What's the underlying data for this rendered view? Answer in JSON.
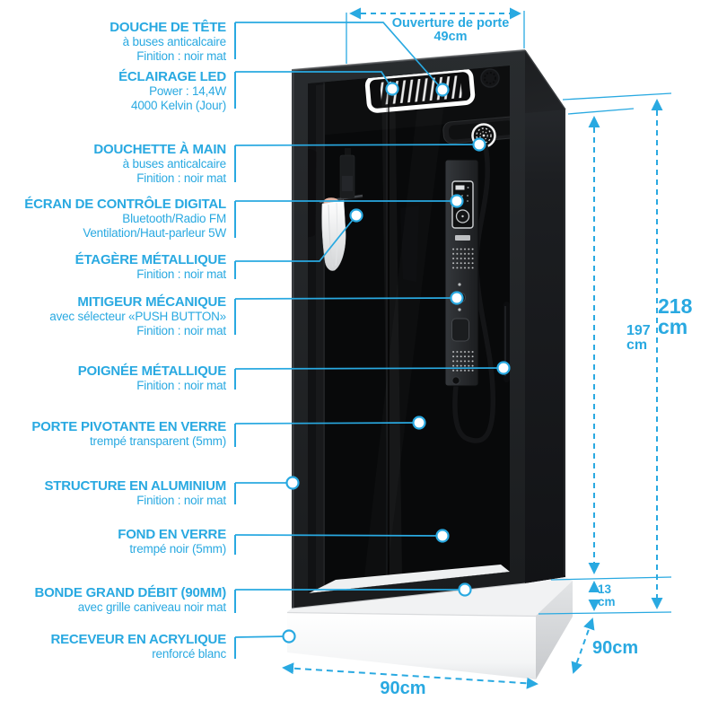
{
  "labels": [
    {
      "title": "DOUCHE DE TÊTE",
      "lines": [
        "à buses anticalcaire",
        "Finition : noir mat"
      ]
    },
    {
      "title": "ÉCLAIRAGE LED",
      "lines": [
        "Power : 14,4W",
        "4000 Kelvin (Jour)"
      ]
    },
    {
      "title": "DOUCHETTE À MAIN",
      "lines": [
        "à buses anticalcaire",
        "Finition : noir mat"
      ]
    },
    {
      "title": "ÉCRAN DE CONTRÔLE DIGITAL",
      "lines": [
        "Bluetooth/Radio FM",
        "Ventilation/Haut-parleur 5W"
      ]
    },
    {
      "title": "ÉTAGÈRE MÉTALLIQUE",
      "lines": [
        "Finition : noir mat"
      ]
    },
    {
      "title": "MITIGEUR MÉCANIQUE",
      "lines": [
        "avec sélecteur «PUSH BUTTON»",
        "Finition : noir mat"
      ]
    },
    {
      "title": "POIGNÉE MÉTALLIQUE",
      "lines": [
        "Finition : noir mat"
      ]
    },
    {
      "title": "PORTE PIVOTANTE EN VERRE",
      "lines": [
        "trempé transparent (5mm)"
      ]
    },
    {
      "title": "STRUCTURE EN ALUMINIUM",
      "lines": [
        "Finition : noir mat"
      ]
    },
    {
      "title": "FOND EN VERRE",
      "lines": [
        "trempé noir (5mm)"
      ]
    },
    {
      "title": "BONDE GRAND DÉBIT (90MM)",
      "lines": [
        "avec grille caniveau noir mat"
      ]
    },
    {
      "title": "RECEVEUR EN ACRYLIQUE",
      "lines": [
        "renforcé blanc"
      ]
    }
  ],
  "dimensions": {
    "door_opening": {
      "label": "Ouverture de porte",
      "value": "49cm"
    },
    "total_height": {
      "value": "218",
      "unit": "cm"
    },
    "inner_height": {
      "value": "197",
      "unit": "cm"
    },
    "tray_height": {
      "value": "13",
      "unit": "cm"
    },
    "depth": {
      "value": "90cm"
    },
    "width": {
      "value": "90cm"
    }
  },
  "colors": {
    "accent": "#29a9e1",
    "cabin_black": "#121416",
    "tray_white": "#ffffff"
  }
}
